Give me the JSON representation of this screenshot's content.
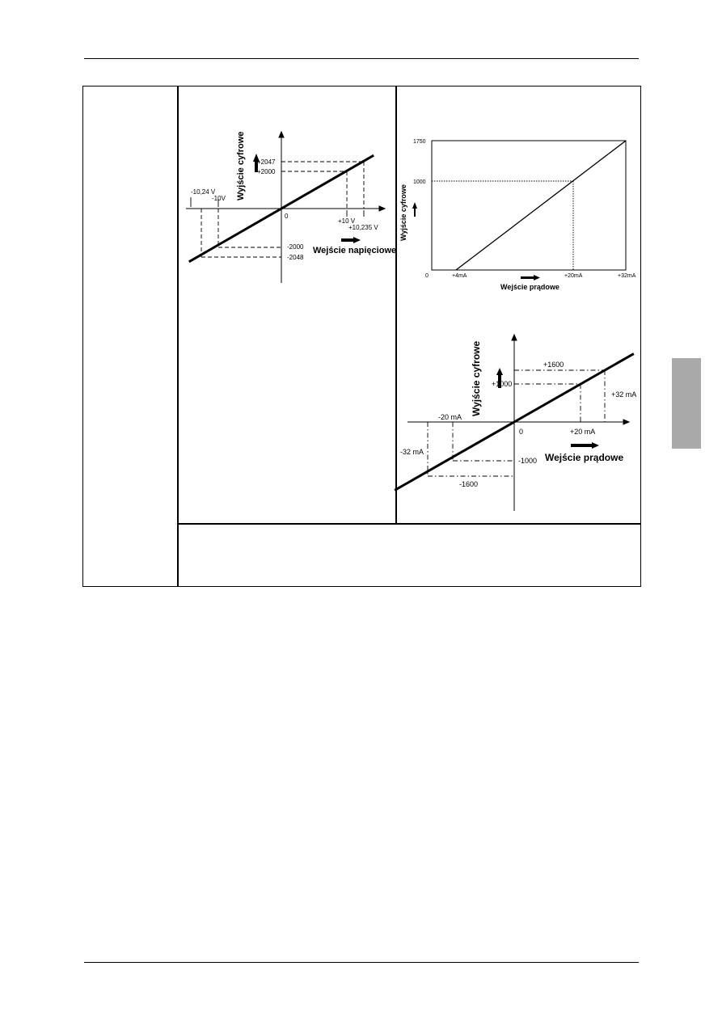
{
  "chart_data": [
    {
      "type": "line",
      "subject": "voltage-input",
      "xlabel": "Wejście napięciowe",
      "ylabel": "Wyjście cyfrowe",
      "origin_label": "0",
      "x_tick_labels": [
        "-10,24 V",
        "-10V",
        "+10 V",
        "+10,235 V"
      ],
      "y_tick_labels": [
        "+2047",
        "+2000",
        "-2000",
        "-2048"
      ],
      "series": [
        {
          "x": [
            -10.24,
            -10,
            10,
            10.235
          ],
          "y": [
            -2048,
            -2000,
            2000,
            2047
          ]
        }
      ]
    },
    {
      "type": "line",
      "subject": "current-input-unipolar",
      "xlabel": "Wejście prądowe",
      "ylabel": "Wyjście cyfrowe",
      "x_tick_labels": [
        "0",
        "+4mA",
        "+20mA",
        "+32mA"
      ],
      "y_tick_labels": [
        "1750",
        "1000"
      ],
      "series": [
        {
          "x": [
            4,
            20,
            32
          ],
          "y": [
            0,
            1000,
            1750
          ]
        }
      ]
    },
    {
      "type": "line",
      "subject": "current-input-bipolar",
      "xlabel": "Wejście prądowe",
      "ylabel": "Wyjście cyfrowe",
      "origin_label": "0",
      "x_tick_labels": [
        "-32 mA",
        "-20 mA",
        "+20 mA",
        "+32 mA"
      ],
      "y_tick_labels": [
        "+1600",
        "+1000",
        "-1000",
        "-1600"
      ],
      "series": [
        {
          "x": [
            -32,
            -20,
            20,
            32
          ],
          "y": [
            -1600,
            -1000,
            1000,
            1600
          ]
        }
      ]
    }
  ]
}
